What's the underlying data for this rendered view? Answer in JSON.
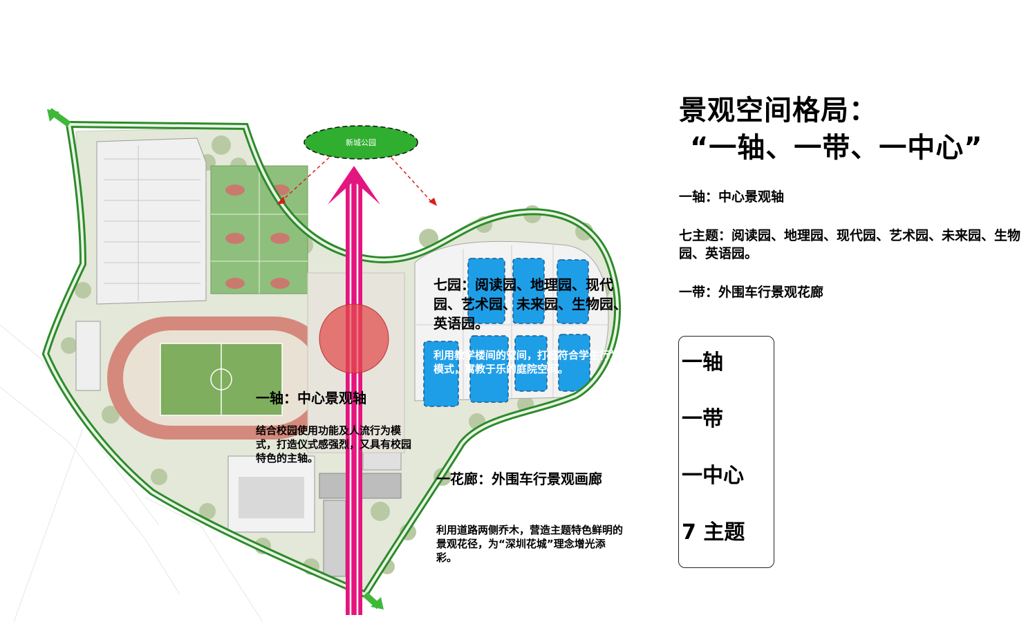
{
  "map": {
    "park_label": "新城公园",
    "gardens_title": "七园：阅读园、地理园、现代园、艺术园、未来园、生物园、英语园。",
    "gardens_desc": "利用教学楼间的空间，打造符合学生行为模式，寓教于乐的庭院空间。",
    "axis_title": "一轴：中心景观轴",
    "axis_desc": "结合校园使用功能及人流行为模式，打造仪式感强烈，又具有校园特色的主轴。",
    "corridor_title": "一花廊：外围车行景观画廊",
    "corridor_desc": "利用道路两侧乔木，营造主题特色鲜明的景观花径，为“深圳花城”理念增光添彩。"
  },
  "panel": {
    "title": "景观空间格局：",
    "subtitle": "“一轴、一带、一中心”",
    "line_axis": "一轴：中心景观轴",
    "line_themes": "七主题：阅读园、地理园、现代园、艺术园、未来园、生物园、英语园。",
    "line_belt": "一带：外围车行景观花廊"
  },
  "summary_box": {
    "items": [
      "一轴",
      "一带",
      "一中心",
      "7 主题"
    ]
  },
  "colors": {
    "green_loop": "#3fb83a",
    "axis_magenta": "#e4157f",
    "garden_blue": "#1f9ee8",
    "center_red": "#e24b4b"
  }
}
